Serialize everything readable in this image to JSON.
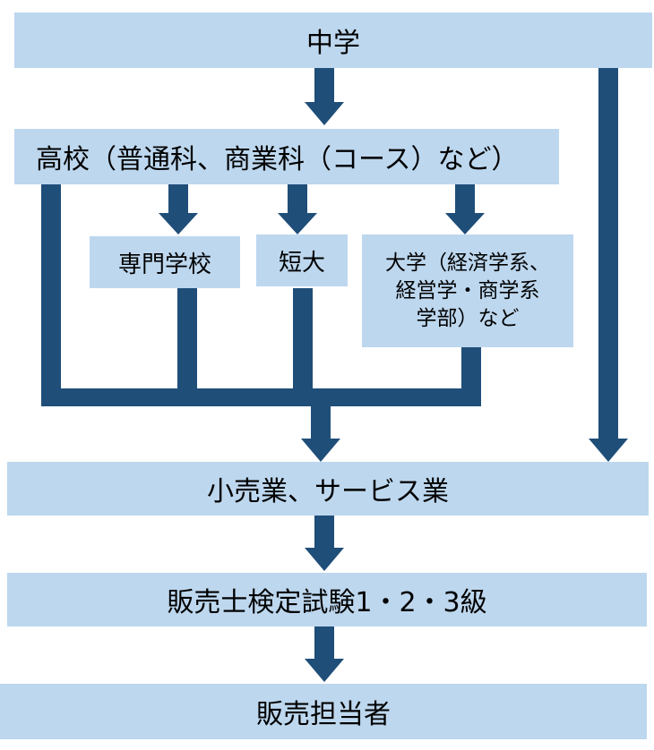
{
  "nodes": {
    "junior_high": "中学",
    "high_school": "高校（普通科、商業科（コース）など）",
    "vocational_school": "専門学校",
    "junior_college": "短大",
    "university_line1": "大学（経済学系、",
    "university_line2": "経営学・商学系",
    "university_line3": "学部）など",
    "industry": "小売業、サービス業",
    "exam": "販売士検定試験1・2・3級",
    "sales_staff": "販売担当者"
  },
  "colors": {
    "box_fill": "#bdd7ee",
    "connector": "#1f4e79"
  }
}
